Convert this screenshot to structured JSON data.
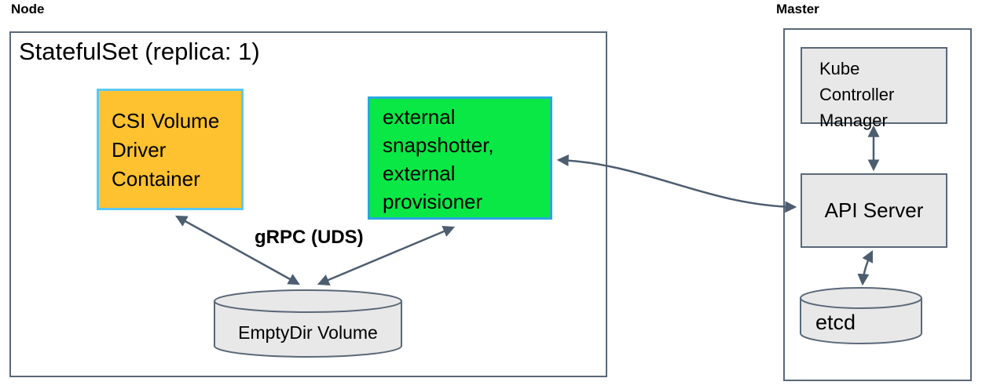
{
  "colors": {
    "orange-fill": "#fec12f",
    "orange-border": "#5bc9f2",
    "green-fill": "#09e845",
    "green-border": "#28a7e1",
    "gray-fill": "#e8e8e8",
    "box-border": "#5a6878",
    "arrow": "#4d5d70",
    "text": "#000000"
  },
  "node": {
    "label": "Node",
    "statefulset_title": "StatefulSet (replica: 1)",
    "csi_box_text": "CSI Volume\nDriver\nContainer",
    "sidecar_box_text": "external\nsnapshotter,\nexternal\nprovisioner",
    "grpc_label": "gRPC (UDS)",
    "emptydir_label": "EmptyDir Volume"
  },
  "master": {
    "label": "Master",
    "kcm_box_text": "Kube\nController\nManager",
    "api_server_label": "API Server",
    "etcd_label": "etcd"
  }
}
